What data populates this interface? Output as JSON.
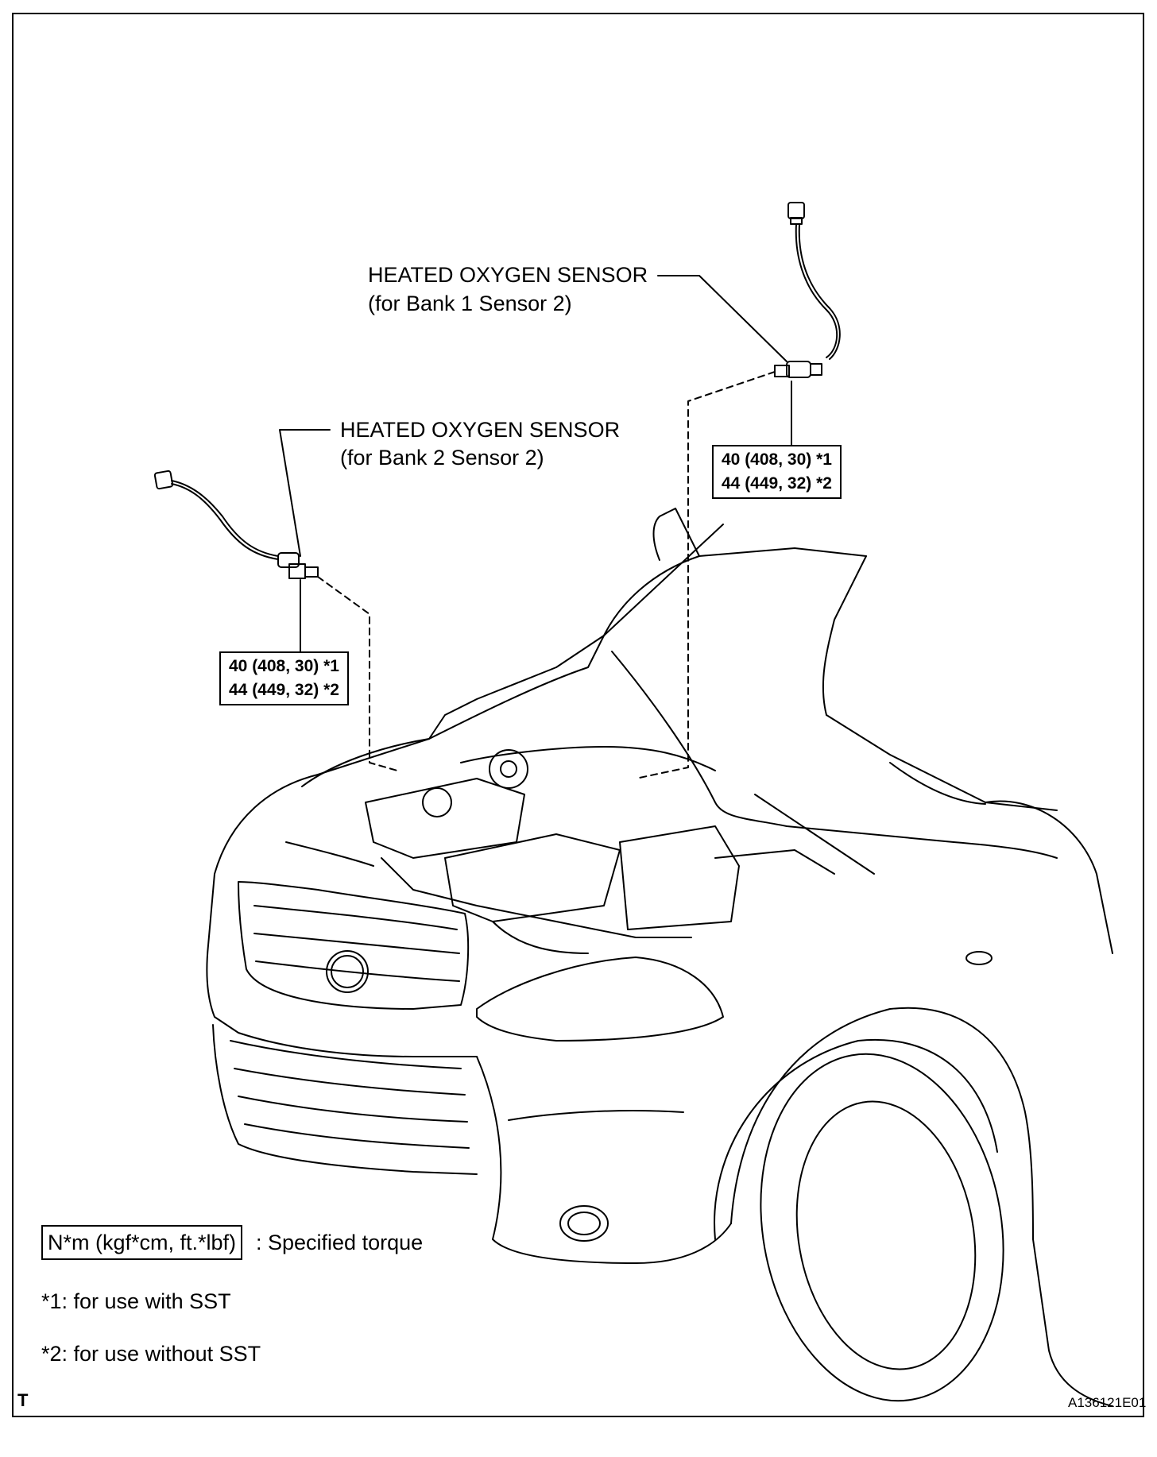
{
  "labels": {
    "sensor1": {
      "title": "HEATED OXYGEN SENSOR",
      "sub": "(for Bank 1 Sensor 2)"
    },
    "sensor2": {
      "title": "HEATED OXYGEN SENSOR",
      "sub": "(for Bank 2 Sensor 2)"
    }
  },
  "torque_boxes": {
    "sensor1": {
      "line1": "40 (408, 30) *1",
      "line2": "44 (449, 32) *2"
    },
    "sensor2": {
      "line1": "40 (408, 30) *1",
      "line2": "44 (449, 32) *2"
    }
  },
  "legend": {
    "unit_box": "N*m (kgf*cm, ft.*lbf)",
    "unit_desc": ": Specified torque",
    "note1": "*1: for use with SST",
    "note2": "*2: for use without SST"
  },
  "corner": {
    "left": "T",
    "right": "A136121E01"
  }
}
